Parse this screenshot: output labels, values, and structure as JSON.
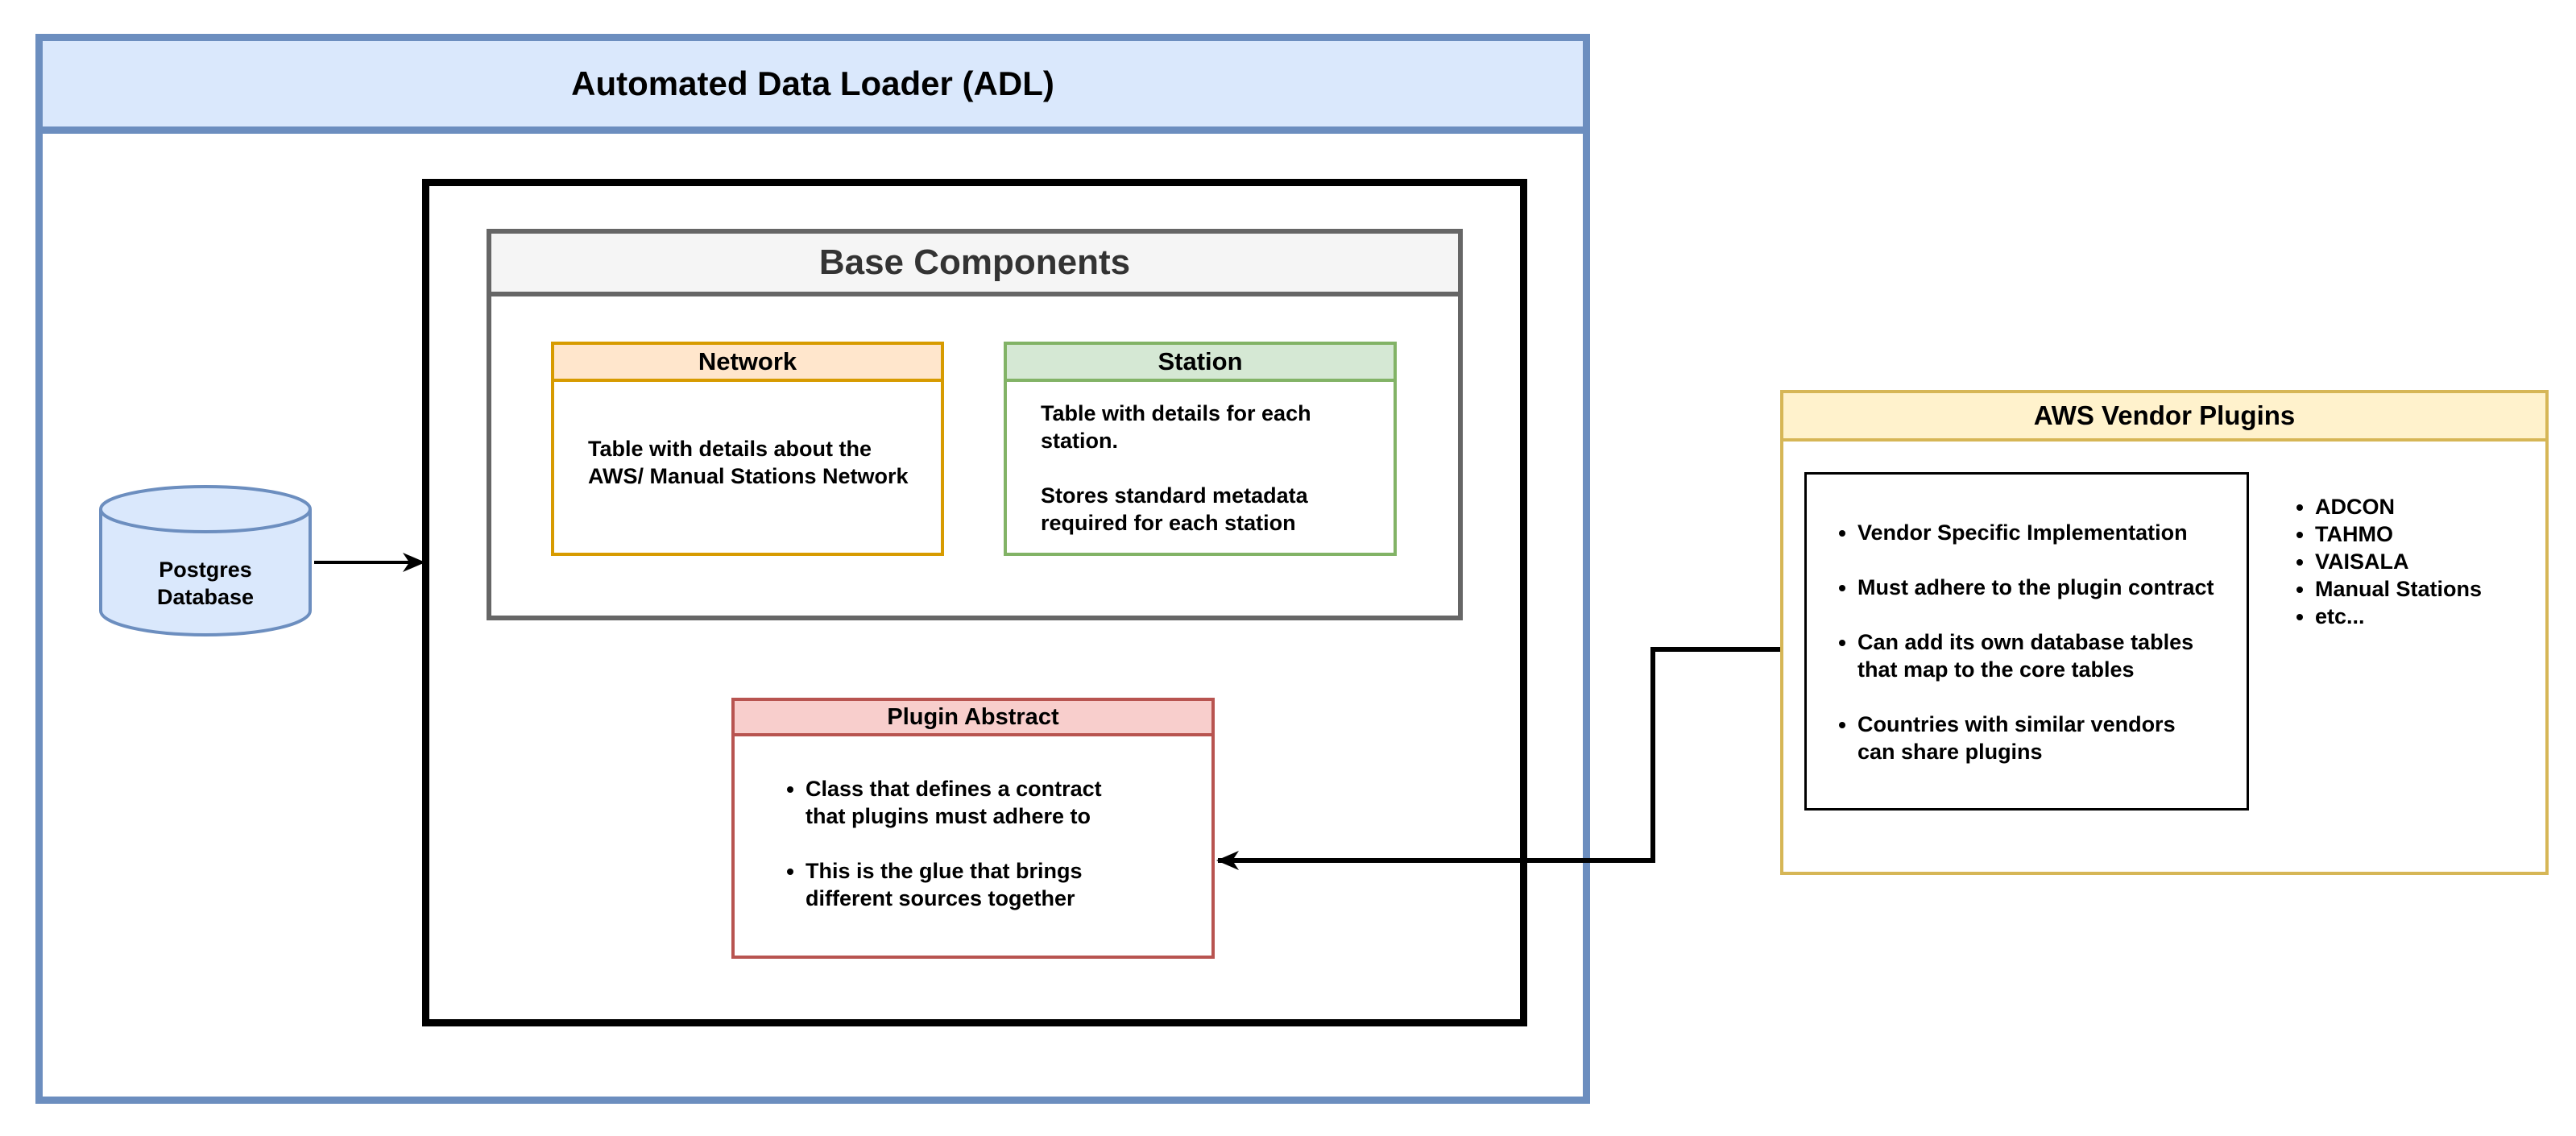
{
  "adl": {
    "title": "Automated Data Loader (ADL)"
  },
  "database": {
    "line1": "Postgres",
    "line2": "Database"
  },
  "base_components": {
    "title": "Base Components",
    "network": {
      "title": "Network",
      "line1": "Table with details about the",
      "line2": "AWS/ Manual Stations Network"
    },
    "station": {
      "title": "Station",
      "para1_line1": "Table with details for each",
      "para1_line2": "station.",
      "para2_line1": "Stores standard metadata",
      "para2_line2": "required for each station"
    }
  },
  "plugin_abstract": {
    "title": "Plugin Abstract",
    "items": [
      {
        "line1": "Class that defines a contract",
        "line2": "that plugins must adhere to"
      },
      {
        "line1": "This is the glue that brings",
        "line2": "different sources together"
      }
    ]
  },
  "aws_vendor_plugins": {
    "title": "AWS Vendor Plugins",
    "features": [
      {
        "line1": "Vendor Specific Implementation",
        "line2": ""
      },
      {
        "line1": "Must adhere to the plugin contract",
        "line2": ""
      },
      {
        "line1": "Can add its own database tables",
        "line2": "that map to the core tables"
      },
      {
        "line1": "Countries with similar vendors",
        "line2": "can share plugins"
      }
    ],
    "vendors": [
      "ADCON",
      "TAHMO",
      "VAISALA",
      "Manual Stations",
      "etc..."
    ]
  },
  "colors": {
    "adl_border": "#6c8ebf",
    "adl_fill": "#dae8fc",
    "network_border": "#d79b00",
    "network_fill": "#ffe6cc",
    "station_border": "#82b366",
    "station_fill": "#d5e8d4",
    "plugin_border": "#b85450",
    "plugin_fill": "#f8cecc",
    "aws_border": "#d6b656",
    "aws_fill": "#fff2cc"
  }
}
